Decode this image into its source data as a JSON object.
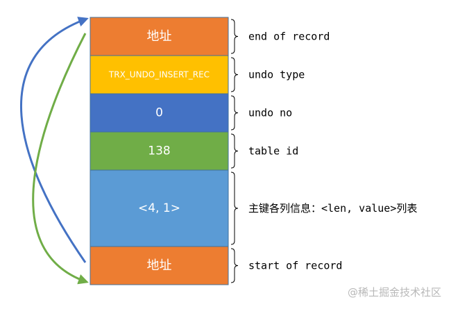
{
  "colors": {
    "orange": "#ED7D31",
    "yellow": "#FFC000",
    "dark_blue": "#4472C4",
    "green": "#70AD47",
    "light_blue": "#5B9BD5",
    "blue_arrow": "#4472C4",
    "green_arrow": "#70AD47"
  },
  "boxes": [
    {
      "text": "地址",
      "label": "end of record"
    },
    {
      "text": "TRX_UNDO_INSERT_REC",
      "label": "undo type"
    },
    {
      "text": "0",
      "label": "undo no"
    },
    {
      "text": "138",
      "label": "table id"
    },
    {
      "text": "<4, 1>",
      "label": "主键各列信息：<len, value>列表"
    },
    {
      "text": "地址",
      "label": "start of record"
    }
  ],
  "watermark": "@稀土掘金技术社区"
}
